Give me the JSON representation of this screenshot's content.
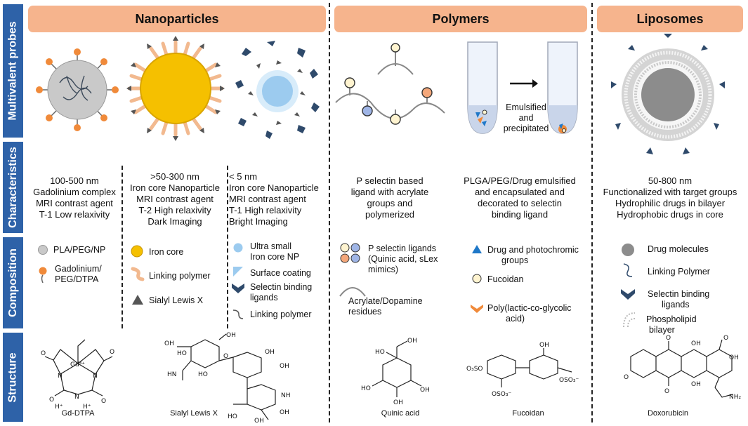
{
  "row_labels": [
    "Multivalent probes",
    "Characteristics",
    "Composition",
    "Structure"
  ],
  "headers": {
    "nanoparticles": "Nanoparticles",
    "polymers": "Polymers",
    "liposomes": "Liposomes"
  },
  "characteristics": {
    "np1": [
      "100-500 nm",
      "Gadolinium complex",
      "MRI contrast agent",
      "T-1 Low relaxivity"
    ],
    "np2": [
      ">50-300 nm",
      "Iron core Nanoparticle",
      "MRI contrast agent",
      "T-2 High relaxivity",
      "Dark Imaging"
    ],
    "np3": [
      "< 5 nm",
      "Iron core Nanoparticle",
      "MRI contrast agent",
      "T-1 High relaxivity",
      "Bright Imaging"
    ],
    "poly1": [
      "P selectin based",
      "ligand with acrylate",
      "groups and",
      "polymerized"
    ],
    "poly2": [
      "PLGA/PEG/Drug emulsified",
      "and encapsulated and",
      "decorated to selectin",
      "binding ligand"
    ],
    "lipo": [
      "50-800 nm",
      "Functionalized with target groups",
      "Hydrophilic drugs in bilayer",
      "Hydrophobic drugs in core"
    ]
  },
  "probe_labels": {
    "emulsified": [
      "Emulsified",
      "and",
      "precipitated"
    ]
  },
  "composition": {
    "np1": [
      "PLA/PEG/NP",
      "Gadolinium/",
      "PEG/DTPA"
    ],
    "np2": [
      "Iron core",
      "Linking polymer",
      "Sialyl Lewis X"
    ],
    "np3": [
      "Ultra small",
      "Iron core NP",
      "Surface coating",
      "Selectin binding",
      "ligands",
      "Linking polymer"
    ],
    "poly1": [
      "P selectin ligands",
      "(Quinic acid, sLex",
      "mimics)",
      "Acrylate/Dopamine",
      "residues"
    ],
    "poly2": [
      "Drug and photochromic",
      "groups",
      "Fucoidan",
      "Poly(lactic-co-glycolic",
      "acid)"
    ],
    "lipo": [
      "Drug molecules",
      "Linking Polymer",
      "Selectin binding",
      "ligands",
      "Phospholipid",
      "bilayer"
    ]
  },
  "structure_captions": {
    "gd": "Gd-DTPA",
    "slx": "Sialyl Lewis X",
    "quinic": "Quinic acid",
    "fucoidan": "Fucoidan",
    "dox": "Doxorubicin"
  },
  "structure_atoms": {
    "gd": [
      "Gd³⁺",
      "O",
      "O",
      "O",
      "O",
      "N",
      "N",
      "N",
      "H⁺",
      "H⁺"
    ],
    "slx": [
      "OH",
      "HO",
      "HN",
      "O",
      "OH",
      "HO",
      "OH",
      "OH",
      "NH",
      "OH",
      "HO",
      "OH"
    ],
    "quinic": [
      "HO",
      "OH",
      "HO",
      "OH",
      "OH"
    ],
    "fucoidan": [
      "O₃SO",
      "OSO₃⁻",
      "OH",
      "OSO₃⁻"
    ],
    "dox": [
      "O",
      "OH",
      "O",
      "OH",
      "O",
      "NH₂",
      "OH",
      "O"
    ]
  },
  "colors": {
    "rowlabel": "#2e62a8",
    "header": "#f6b48d",
    "iron": "#f5c000",
    "orange": "#f08a3a",
    "navy": "#2f4a6b",
    "lightblue": "#9ccbef",
    "grey": "#b8b8b8"
  }
}
